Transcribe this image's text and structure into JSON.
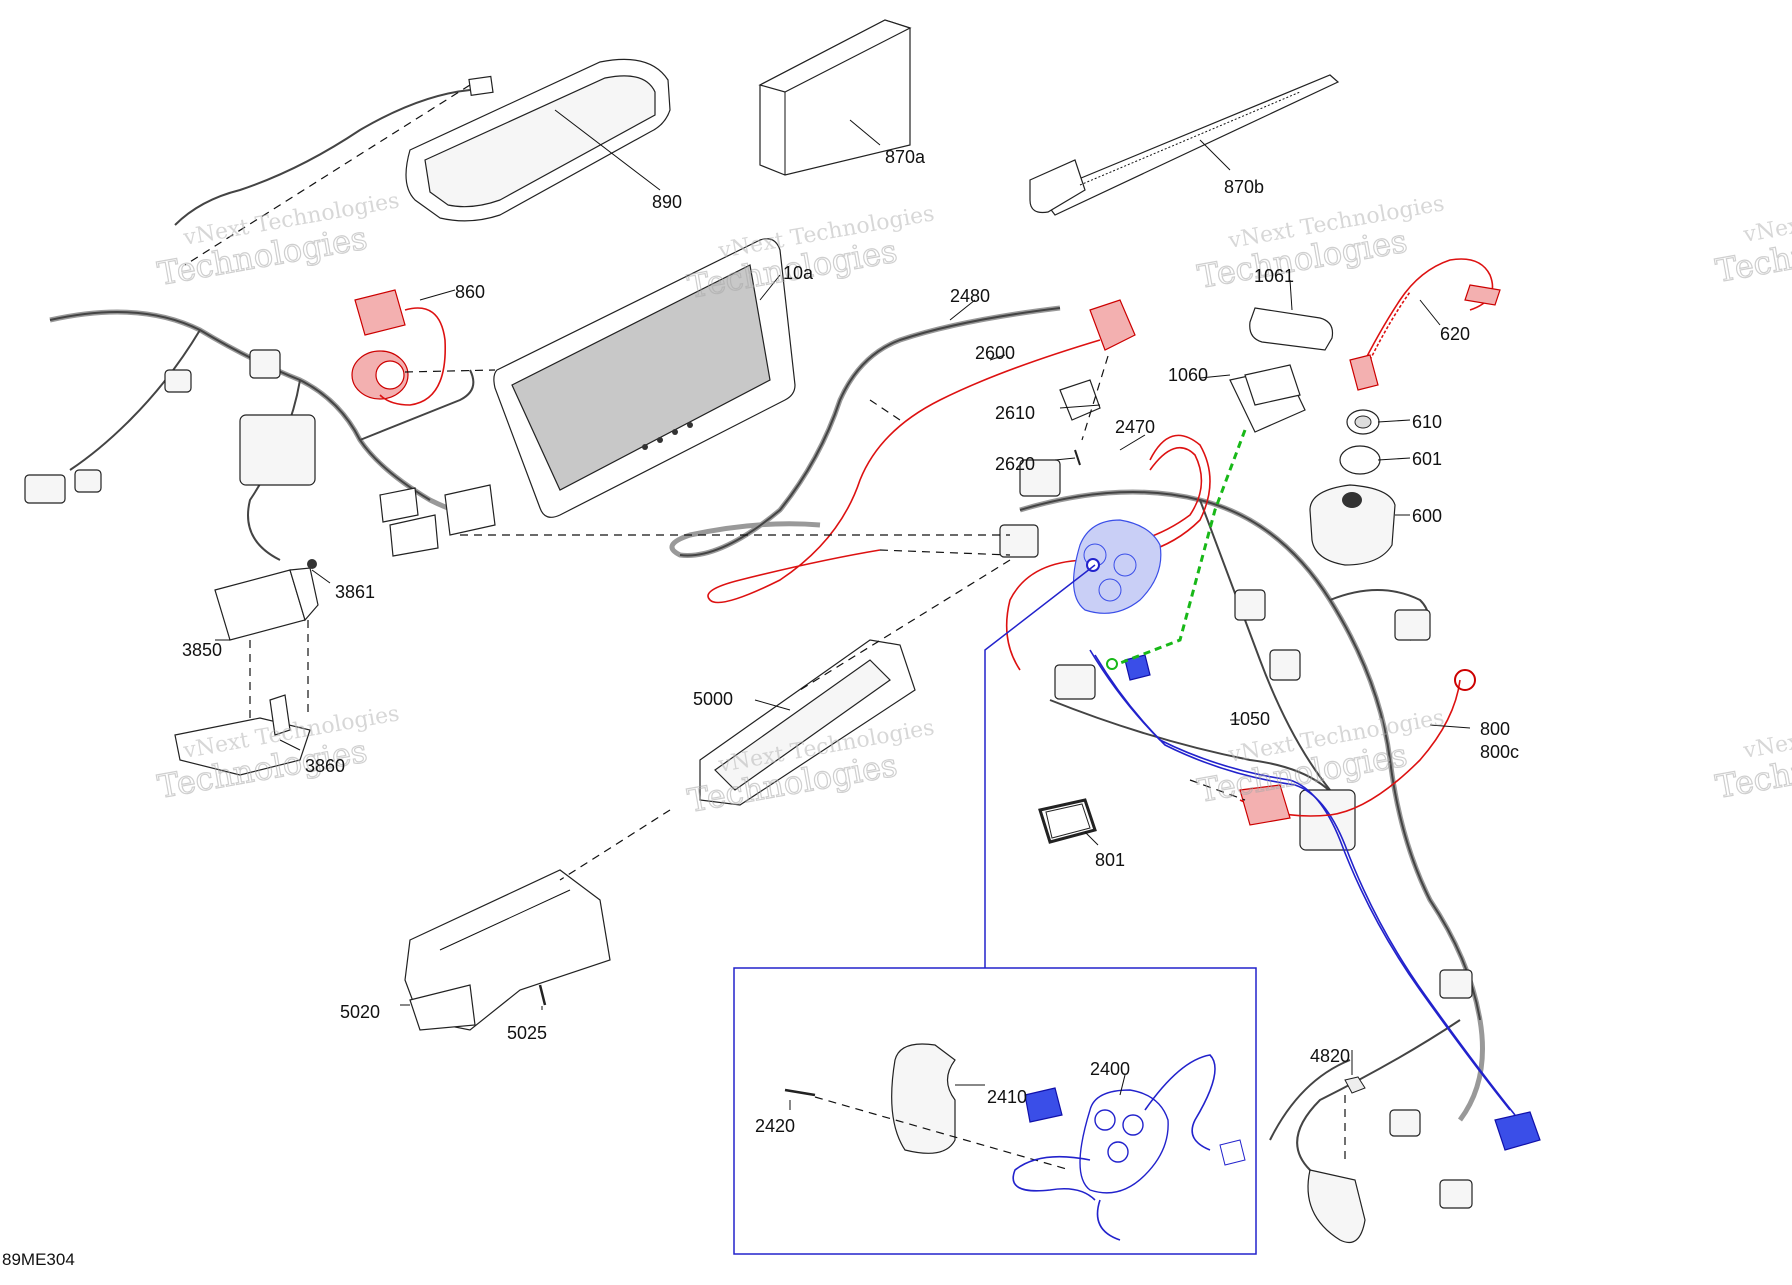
{
  "diagram": {
    "reference_code": "89ME304",
    "watermark": {
      "line1": "vNext Technologies",
      "line2": "Technologies"
    },
    "callouts": [
      {
        "id": "890",
        "label": "890"
      },
      {
        "id": "870a",
        "label": "870a"
      },
      {
        "id": "870b",
        "label": "870b"
      },
      {
        "id": "860",
        "label": "860"
      },
      {
        "id": "10a",
        "label": "10a"
      },
      {
        "id": "2480",
        "label": "2480"
      },
      {
        "id": "2600",
        "label": "2600"
      },
      {
        "id": "2610",
        "label": "2610"
      },
      {
        "id": "2620",
        "label": "2620"
      },
      {
        "id": "1061",
        "label": "1061"
      },
      {
        "id": "1060",
        "label": "1060"
      },
      {
        "id": "620",
        "label": "620"
      },
      {
        "id": "610",
        "label": "610"
      },
      {
        "id": "601",
        "label": "601"
      },
      {
        "id": "600",
        "label": "600"
      },
      {
        "id": "2470",
        "label": "2470"
      },
      {
        "id": "3861",
        "label": "3861"
      },
      {
        "id": "3850",
        "label": "3850"
      },
      {
        "id": "3860",
        "label": "3860"
      },
      {
        "id": "5000",
        "label": "5000"
      },
      {
        "id": "1050",
        "label": "1050"
      },
      {
        "id": "800",
        "label": "800"
      },
      {
        "id": "800c",
        "label": "800c"
      },
      {
        "id": "801",
        "label": "801"
      },
      {
        "id": "5020",
        "label": "5020"
      },
      {
        "id": "5025",
        "label": "5025"
      },
      {
        "id": "4820",
        "label": "4820"
      },
      {
        "id": "2400",
        "label": "2400"
      },
      {
        "id": "2410",
        "label": "2410"
      },
      {
        "id": "2420",
        "label": "2420"
      }
    ],
    "colors": {
      "red_highlight": "#d11111",
      "blue_highlight": "#2222cc",
      "green_highlight": "#18b818",
      "line": "#111111",
      "watermark": "#b0b0b0"
    }
  }
}
